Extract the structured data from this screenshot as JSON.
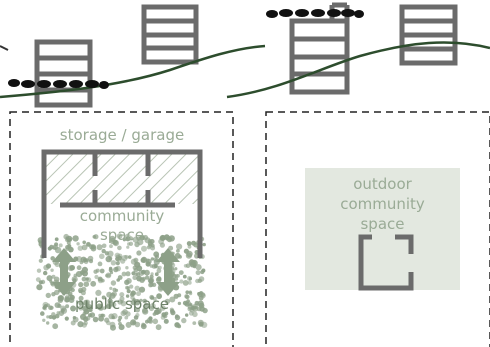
{
  "labels": {
    "storage": "storage / garage",
    "community_line1": "community",
    "community_line2": "space",
    "public_space": "public space",
    "outdoor_line1": "outdoor",
    "outdoor_line2": "community",
    "outdoor_line3": "space"
  },
  "colors": {
    "outline": "#6b6b6b",
    "label_green": "#9aab96",
    "terrain_line": "#2d4d2d",
    "outdoor_fill": "#e3e8e0",
    "public_texture": "#8da088",
    "hatch": "#b8c4b4",
    "bush": "#111111"
  },
  "icons": [
    "building-icon",
    "shrub-row-icon",
    "terrain-line",
    "double-arrow-icon"
  ]
}
